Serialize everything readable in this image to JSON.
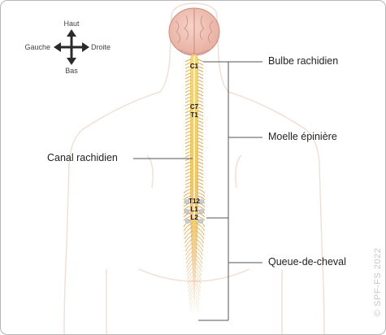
{
  "compass": {
    "up": "Haut",
    "down": "Bas",
    "left": "Gauche",
    "right": "Droite"
  },
  "labels": {
    "bulbe": "Bulbe rachidien",
    "moelle": "Moelle épinière",
    "canal_bold": "Canal",
    "canal_rest": " rachidien",
    "queue": "Queue-de-cheval"
  },
  "levels": {
    "c1": "C1",
    "c7": "C7",
    "t1": "T1",
    "t12": "T12",
    "l1": "L1",
    "l2": "L2"
  },
  "copyright": "© SPF-FS 2022",
  "colors": {
    "cord": "#f0cf63",
    "cord_core": "#fbe9a8",
    "nerve": "#e3a94a",
    "skin_line": "#f1ded5",
    "bracket": "#555555"
  }
}
